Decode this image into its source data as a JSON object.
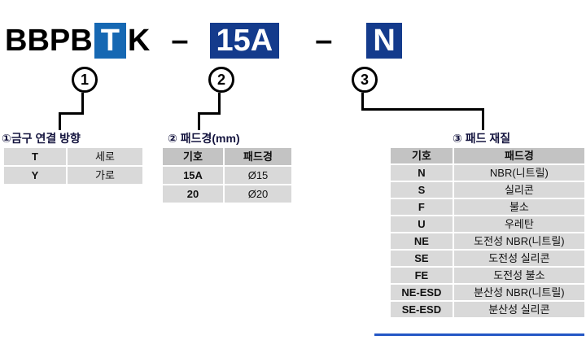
{
  "code": {
    "prefix": "BBPB",
    "seg1": "T",
    "suffix": "K",
    "dash1": "–",
    "seg2": "15A",
    "dash2": "–",
    "seg3": "N"
  },
  "markers": {
    "m1": "1",
    "m2": "2",
    "m3": "3"
  },
  "tables": {
    "t1": {
      "title": "①금구 연결 방향",
      "rows": [
        [
          "T",
          "세로"
        ],
        [
          "Y",
          "가로"
        ]
      ]
    },
    "t2": {
      "title": "② 패드경(mm)",
      "headers": [
        "기호",
        "패드경"
      ],
      "rows": [
        [
          "15A",
          "Ø15"
        ],
        [
          "20",
          "Ø20"
        ]
      ]
    },
    "t3": {
      "title": "③ 패드 재질",
      "headers": [
        "기호",
        "패드경"
      ],
      "rows": [
        [
          "N",
          "NBR(니트릴)"
        ],
        [
          "S",
          "실리콘"
        ],
        [
          "F",
          "불소"
        ],
        [
          "U",
          "우레탄"
        ],
        [
          "NE",
          "도전성 NBR(니트릴)"
        ],
        [
          "SE",
          "도전성 실리콘"
        ],
        [
          "FE",
          "도전성 불소"
        ],
        [
          "NE-ESD",
          "분산성 NBR(니트릴)"
        ],
        [
          "SE-ESD",
          "분산성 실리콘"
        ]
      ]
    }
  },
  "colors": {
    "highlight_blue": "#1668b3",
    "dark_blue": "#143b8c",
    "header_gray": "#c3c3c3",
    "row_gray": "#d9d9d9",
    "accent_blue": "#2457c5"
  }
}
